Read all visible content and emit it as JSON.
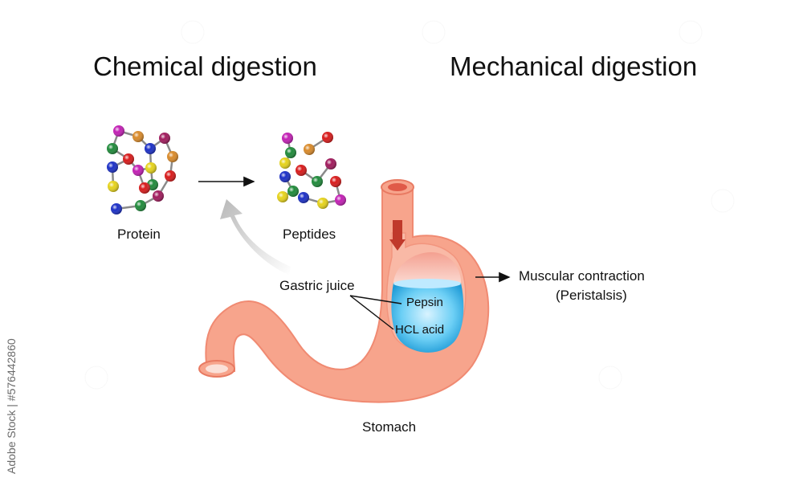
{
  "headings": {
    "chemical": "Chemical digestion",
    "mechanical": "Mechanical digestion"
  },
  "labels": {
    "protein": "Protein",
    "peptides": "Peptides",
    "gastric_juice": "Gastric juice",
    "pepsin": "Pepsin",
    "hcl_acid": "HCL acid",
    "muscular_contraction": "Muscular contraction",
    "peristalsis": "(Peristalsis)",
    "stomach": "Stomach"
  },
  "watermark": "Adobe Stock | #576442860",
  "colors": {
    "stomach_fill": "#f7a48c",
    "stomach_outline": "#f08a72",
    "gastric_liquid": "#5cc6f0",
    "background": "#ffffff"
  },
  "bead_colors": [
    "#c21fb4",
    "#d98a2a",
    "#1f8a3a",
    "#1b2fc6",
    "#d81a1a",
    "#e6d31a",
    "#a01a5c"
  ]
}
